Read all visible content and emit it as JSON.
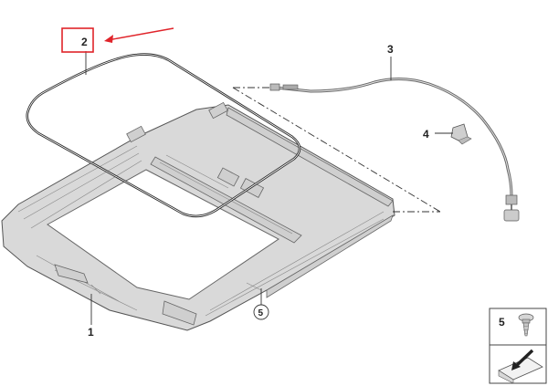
{
  "callouts": {
    "frame": "1",
    "seal": "2",
    "cable": "3",
    "bracket": "4",
    "screw": "5"
  },
  "legend": {
    "part_number": "5"
  },
  "colors": {
    "highlight": "#e0242a",
    "line": "#333333"
  },
  "icons": {
    "legend_part": "screw-icon",
    "legend_view": "view-direction-icon"
  }
}
